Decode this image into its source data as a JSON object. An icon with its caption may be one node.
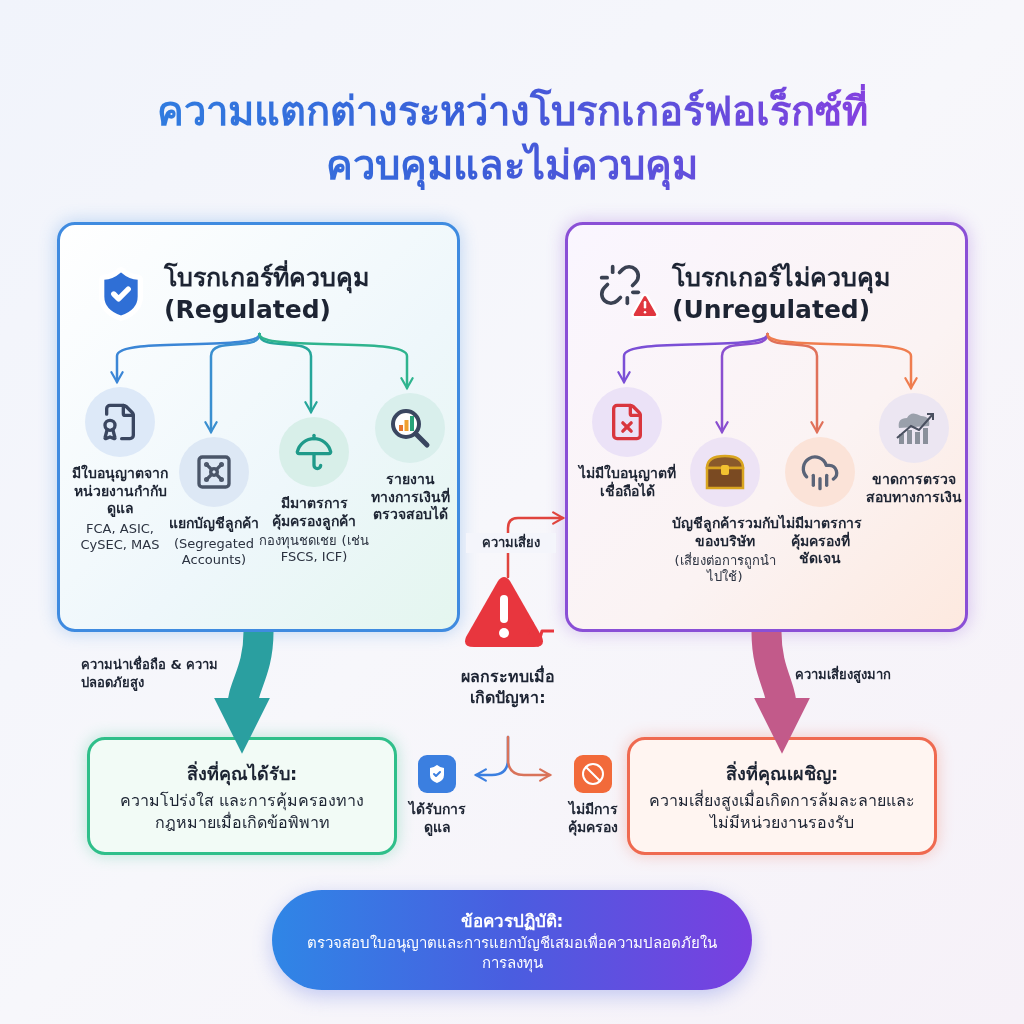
{
  "diagram": {
    "title": "ความแตกต่างระหว่างโบรกเกอร์ฟอเร็กซ์ที่ควบคุมและไม่ควบคุม",
    "nodes": [
      {
        "text": [],
        "shape": "box"
      },
      {
        "text": [
          "โบรกเกอร์ที่ควบคุม (Regulated)"
        ],
        "in": 0
      },
      {
        "text": [
          "มีใบอนุญาตจากหน่วยงานกำกับดูแล",
          "FCA, ASIC, CySEC, MAS"
        ],
        "in": 0
      },
      {
        "text": [
          "แยกบัญชีลูกค้า",
          "(Segregated Accounts)"
        ],
        "in": 0
      },
      {
        "text": [
          "มีมาตรการคุ้มครองลูกค้า",
          "กองทุนชดเชย (เช่น FSCS, ICF)"
        ],
        "in": 0
      },
      {
        "text": [
          "รายงานทางการเงินที่ตรวจสอบได้"
        ],
        "in": 0
      },
      {
        "text": [],
        "shape": "box"
      },
      {
        "text": [
          "โบรกเกอร์ไม่ควบคุม (Unregulated)"
        ],
        "in": 6
      },
      {
        "text": [
          "ไม่มีใบอนุญาตที่เชื่อถือได้"
        ],
        "in": 6
      },
      {
        "text": [
          "บัญชีลูกค้ารวมกับของบริษัท",
          "(เสี่ยงต่อการถูกนำไปใช้)"
        ],
        "in": 6
      },
      {
        "text": [
          "ไม่มีมาตรการคุ้มครองที่ชัดเจน"
        ],
        "in": 6
      },
      {
        "text": [
          "ขาดการตรวจสอบทางการเงิน"
        ],
        "in": 6
      },
      {
        "text": [
          "สิ่งที่คุณได้รับ:",
          "ความโปร่งใส และการคุ้มครองทางกฎหมายเมื่อเกิดข้อพิพาท"
        ]
      },
      {
        "text": [
          "สิ่งที่คุณเผชิญ:",
          "ความเสี่ยงสูงเมื่อเกิดการล้มละลายและไม่มีหน่วยงานรองรับ"
        ]
      },
      {
        "text": [
          "ผลกระทบเมื่อเกิดปัญหา:"
        ]
      },
      {
        "text": [
          "ได้รับการดูแล"
        ]
      },
      {
        "text": [
          "ไม่มีการคุ้มครอง"
        ]
      },
      {
        "text": [
          "ข้อควรปฏิบัติ:",
          "ตรวจสอบใบอนุญาตและการแยกบัญชีเสมอเพื่อความปลอดภัยในการลงทุน"
        ]
      }
    ],
    "edges": [
      {
        "from": 1,
        "to": 2,
        "arrow": "to",
        "color": "#3b86d6"
      },
      {
        "from": 1,
        "to": 3,
        "arrow": "to",
        "color": "#3a8fd0"
      },
      {
        "from": 1,
        "to": 4,
        "arrow": "to",
        "color": "#26a69a"
      },
      {
        "from": 1,
        "to": 5,
        "arrow": "to",
        "color": "#2fb48e"
      },
      {
        "from": 7,
        "to": 8,
        "arrow": "to",
        "color": "#7b4fd6"
      },
      {
        "from": 7,
        "to": 9,
        "arrow": "to",
        "color": "#8a4fd0"
      },
      {
        "from": 7,
        "to": 10,
        "arrow": "to",
        "color": "#e0715a"
      },
      {
        "from": 7,
        "to": 11,
        "arrow": "to",
        "color": "#ef7d4f"
      },
      {
        "from": 0,
        "to": 12,
        "arrow": "to",
        "label": "ความน่าเชื่อถือ & ความปลอดภัยสูง",
        "style": "thick",
        "color": "#2a9fa0"
      },
      {
        "from": 6,
        "to": 13,
        "arrow": "to",
        "label": "ความเสี่ยงสูงมาก",
        "style": "thick",
        "color": "#c25a8a"
      },
      {
        "from": 14,
        "to": 6,
        "arrow": "to",
        "label": "ความเสี่ยง",
        "color": "#e0443e"
      },
      {
        "from": 14,
        "to": 15,
        "arrow": "to",
        "color": "#3b7fe0"
      },
      {
        "from": 14,
        "to": 16,
        "arrow": "to",
        "color": "#d9735a"
      }
    ]
  }
}
